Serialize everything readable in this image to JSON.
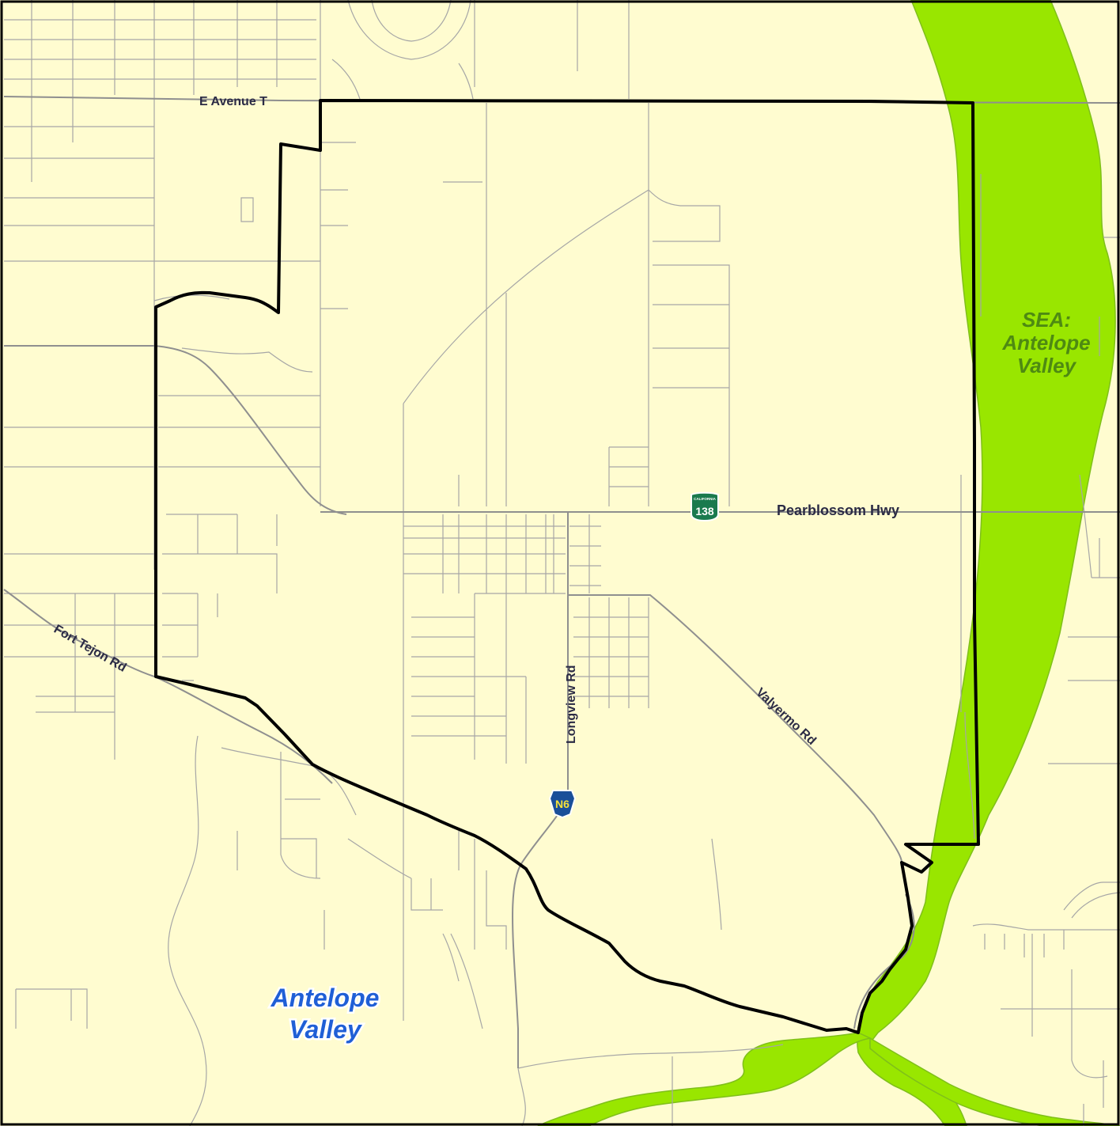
{
  "map": {
    "roads": {
      "e_avenue_t": "E Avenue T",
      "pearblossom_hwy": "Pearblossom Hwy",
      "longview_rd": "Longview Rd",
      "valyermo_rd": "Valyermo Rd",
      "fort_tejon_rd": "Fort Tejon Rd"
    },
    "shields": {
      "state_route": {
        "top": "CALIFORNIA",
        "number": "138"
      },
      "county_route": "N6"
    },
    "areas": {
      "sea_line1": "SEA:",
      "sea_line2": "Antelope",
      "sea_line3": "Valley",
      "valley_line1": "Antelope",
      "valley_line2": "Valley"
    },
    "colors": {
      "background": "#fffcd0",
      "sea_fill": "#99e600",
      "boundary": "#000000",
      "road": "#8f8f8f",
      "road_label": "#2b2b45",
      "sea_label": "#4e8a12",
      "valley_label": "#1f5fd6",
      "state_shield": "#1a7a4e",
      "county_shield": "#1a4f99",
      "county_shield_text": "#f5e13a"
    }
  }
}
